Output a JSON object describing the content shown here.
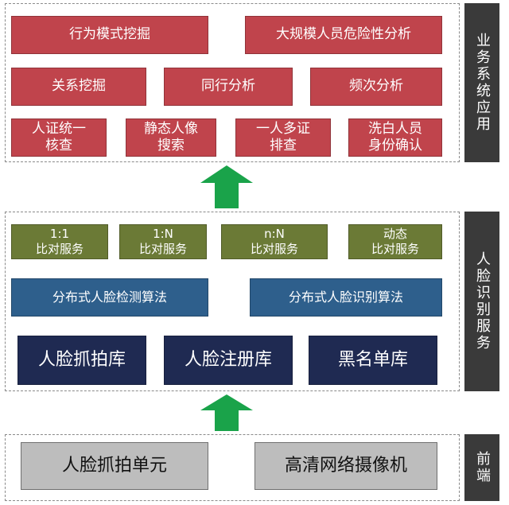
{
  "sections": {
    "business": {
      "label": "业务系统应用",
      "row1": [
        "行为模式挖掘",
        "大规模人员危险性分析"
      ],
      "row2": [
        "关系挖掘",
        "同行分析",
        "频次分析"
      ],
      "row3": [
        "人证统一\n核查",
        "静态人像\n搜索",
        "一人多证\n排查",
        "洗白人员\n身份确认"
      ]
    },
    "face": {
      "label": "人脸识别服务",
      "services": [
        "1:1\n比对服务",
        "1:N\n比对服务",
        "n:N\n比对服务",
        "动态\n比对服务"
      ],
      "algorithms": [
        "分布式人脸检测算法",
        "分布式人脸识别算法"
      ],
      "libraries": [
        "人脸抓拍库",
        "人脸注册库",
        "黑名单库"
      ]
    },
    "front": {
      "label": "前端",
      "devices": [
        "人脸抓拍单元",
        "高清网络摄像机"
      ]
    }
  },
  "colors": {
    "arrow": "#1aa34a",
    "red": "#c0444c",
    "olive": "#6b7a36",
    "blue": "#2e5f8c",
    "navy": "#1f2a52",
    "sidebar": "#3a3a3a"
  }
}
